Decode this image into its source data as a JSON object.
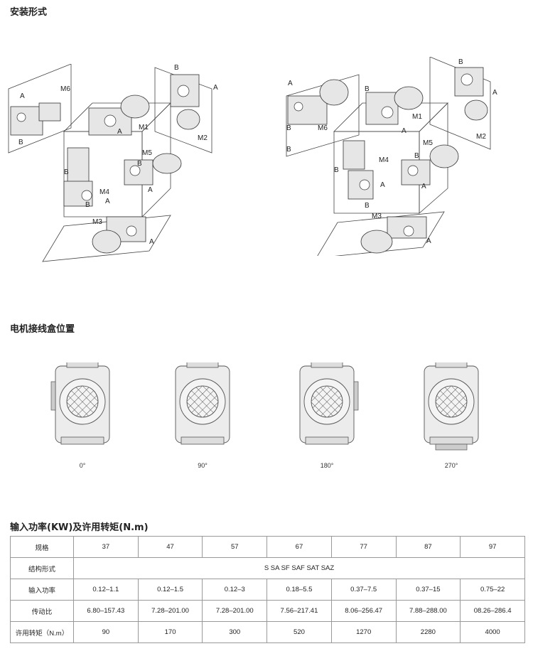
{
  "sections": {
    "mounting": "安装形式",
    "terminal_box": "电机接线盒位置",
    "power_torque": "输入功率(KW)及许用转矩(N.m)"
  },
  "mounting_labels": {
    "M1": "M1",
    "M2": "M2",
    "M3": "M3",
    "M4": "M4",
    "M5": "M5",
    "M6": "M6",
    "A": "A",
    "B": "B"
  },
  "angles": [
    "0°",
    "90°",
    "180°",
    "270°"
  ],
  "table": {
    "header_label": "规格",
    "sizes": [
      "37",
      "47",
      "57",
      "67",
      "77",
      "87",
      "97"
    ],
    "structure_label": "结构形式",
    "structure_value": "S  SA  SF SAF  SAT  SAZ",
    "rows": [
      {
        "label": "输入功率",
        "values": [
          "0.12–1.1",
          "0.12–1.5",
          "0.12–3",
          "0.18–5.5",
          "0.37–7.5",
          "0.37–15",
          "0.75–22"
        ]
      },
      {
        "label": "传动比",
        "values": [
          "6.80–157.43",
          "7.28–201.00",
          "7.28–201.00",
          "7.56–217.41",
          "8.06–256.47",
          "7.88–288.00",
          "08.26–286.4"
        ]
      },
      {
        "label": "许用转矩（N.m）",
        "values": [
          "90",
          "170",
          "300",
          "520",
          "1270",
          "2280",
          "4000"
        ]
      }
    ]
  }
}
